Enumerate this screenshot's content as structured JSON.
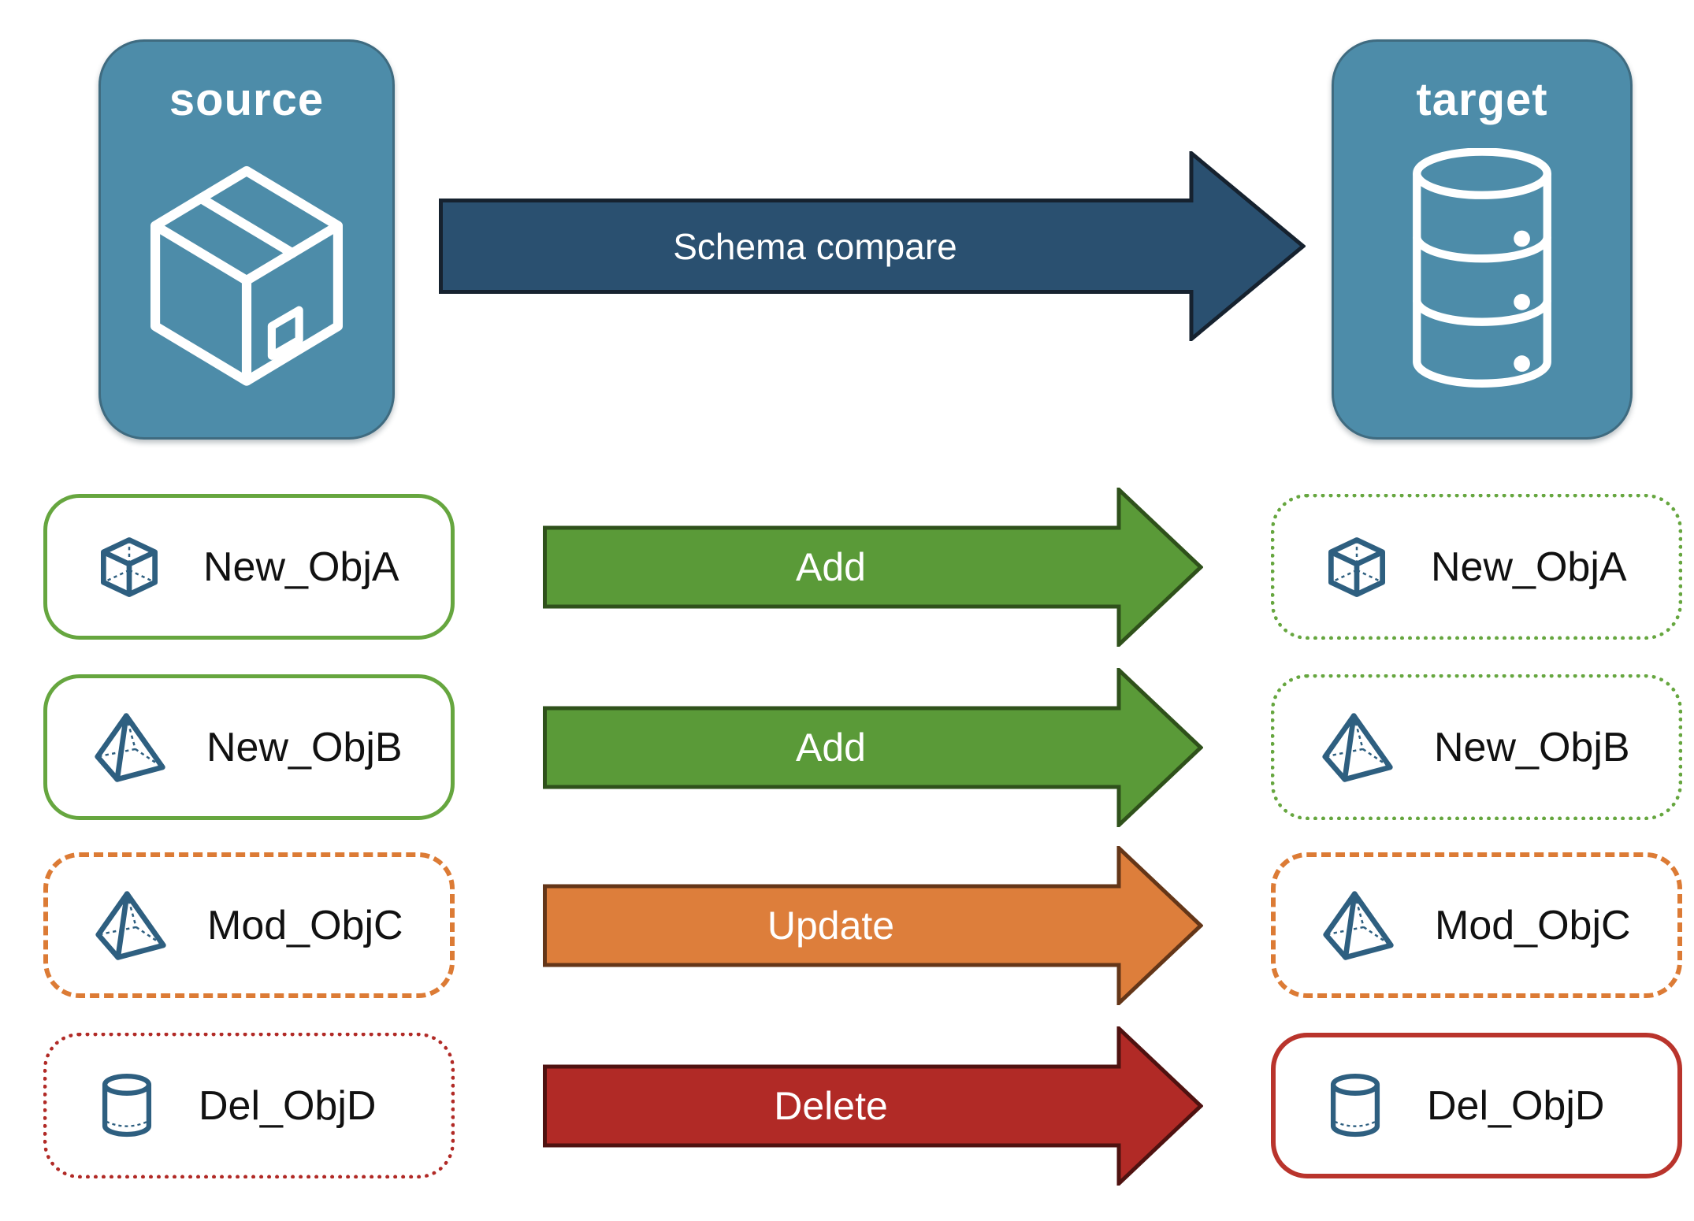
{
  "colors": {
    "node-fill": "#4d8ca9",
    "node-border": "#3f6b80",
    "icon-blue": "#2e5f80",
    "compare-fill": "#2a5070",
    "compare-edge": "#16222f",
    "green-fill": "#5a9a38",
    "green-edge": "#2f511b",
    "green-line": "#66a63f",
    "orange-fill": "#dd7e3b",
    "orange-edge": "#643618",
    "orange-line": "#dc7b35",
    "red-fill": "#b12a26",
    "red-edge": "#4f1210",
    "red-line": "#b9342c",
    "label-dark": "#111111",
    "label-light": "#ffffff"
  },
  "nodes": {
    "source": {
      "label": "source",
      "icon": "package-box-icon"
    },
    "target": {
      "label": "target",
      "icon": "database-icon"
    }
  },
  "compare_arrow": {
    "label": "Schema compare"
  },
  "rows": [
    {
      "name": "New_ObjA",
      "icon": "cube-icon",
      "action": "Add",
      "arrow_color": "green",
      "left_style": "solid-green",
      "right_style": "dotted-green"
    },
    {
      "name": "New_ObjB",
      "icon": "pyramid-icon",
      "action": "Add",
      "arrow_color": "green",
      "left_style": "solid-green",
      "right_style": "dotted-green"
    },
    {
      "name": "Mod_ObjC",
      "icon": "pyramid-icon",
      "action": "Update",
      "arrow_color": "orange",
      "left_style": "dashed-orange",
      "right_style": "dashed-orange"
    },
    {
      "name": "Del_ObjD",
      "icon": "cylinder-icon",
      "action": "Delete",
      "arrow_color": "red",
      "left_style": "dotted-red",
      "right_style": "solid-red"
    }
  ]
}
